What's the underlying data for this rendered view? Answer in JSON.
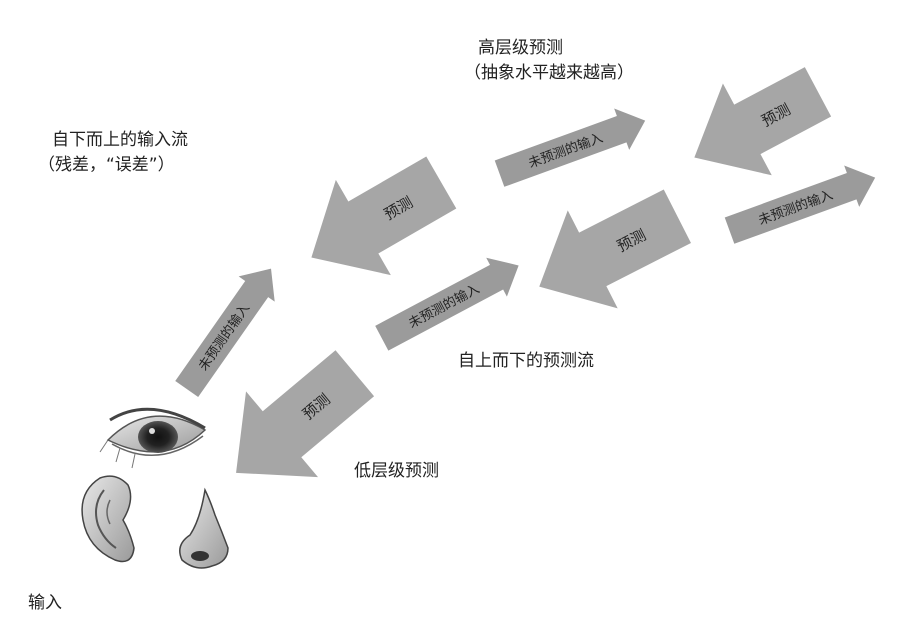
{
  "labels": {
    "high_level": "高层级预测",
    "high_level_sub": "（抽象水平越来越高）",
    "bottom_up": "自下而上的输入流",
    "bottom_up_sub": "（残差，“误差”）",
    "top_down": "自上而下的预测流",
    "low_level": "低层级预测",
    "input": "输入"
  },
  "arrows": {
    "prediction": "预测",
    "unpredicted_input": "未预测的输入"
  },
  "colors": {
    "prediction_arrow": "#a6a6a6",
    "input_arrow": "#9b9b9b",
    "text": "#222222"
  },
  "icons": [
    "eye-icon",
    "ear-icon",
    "nose-icon"
  ]
}
